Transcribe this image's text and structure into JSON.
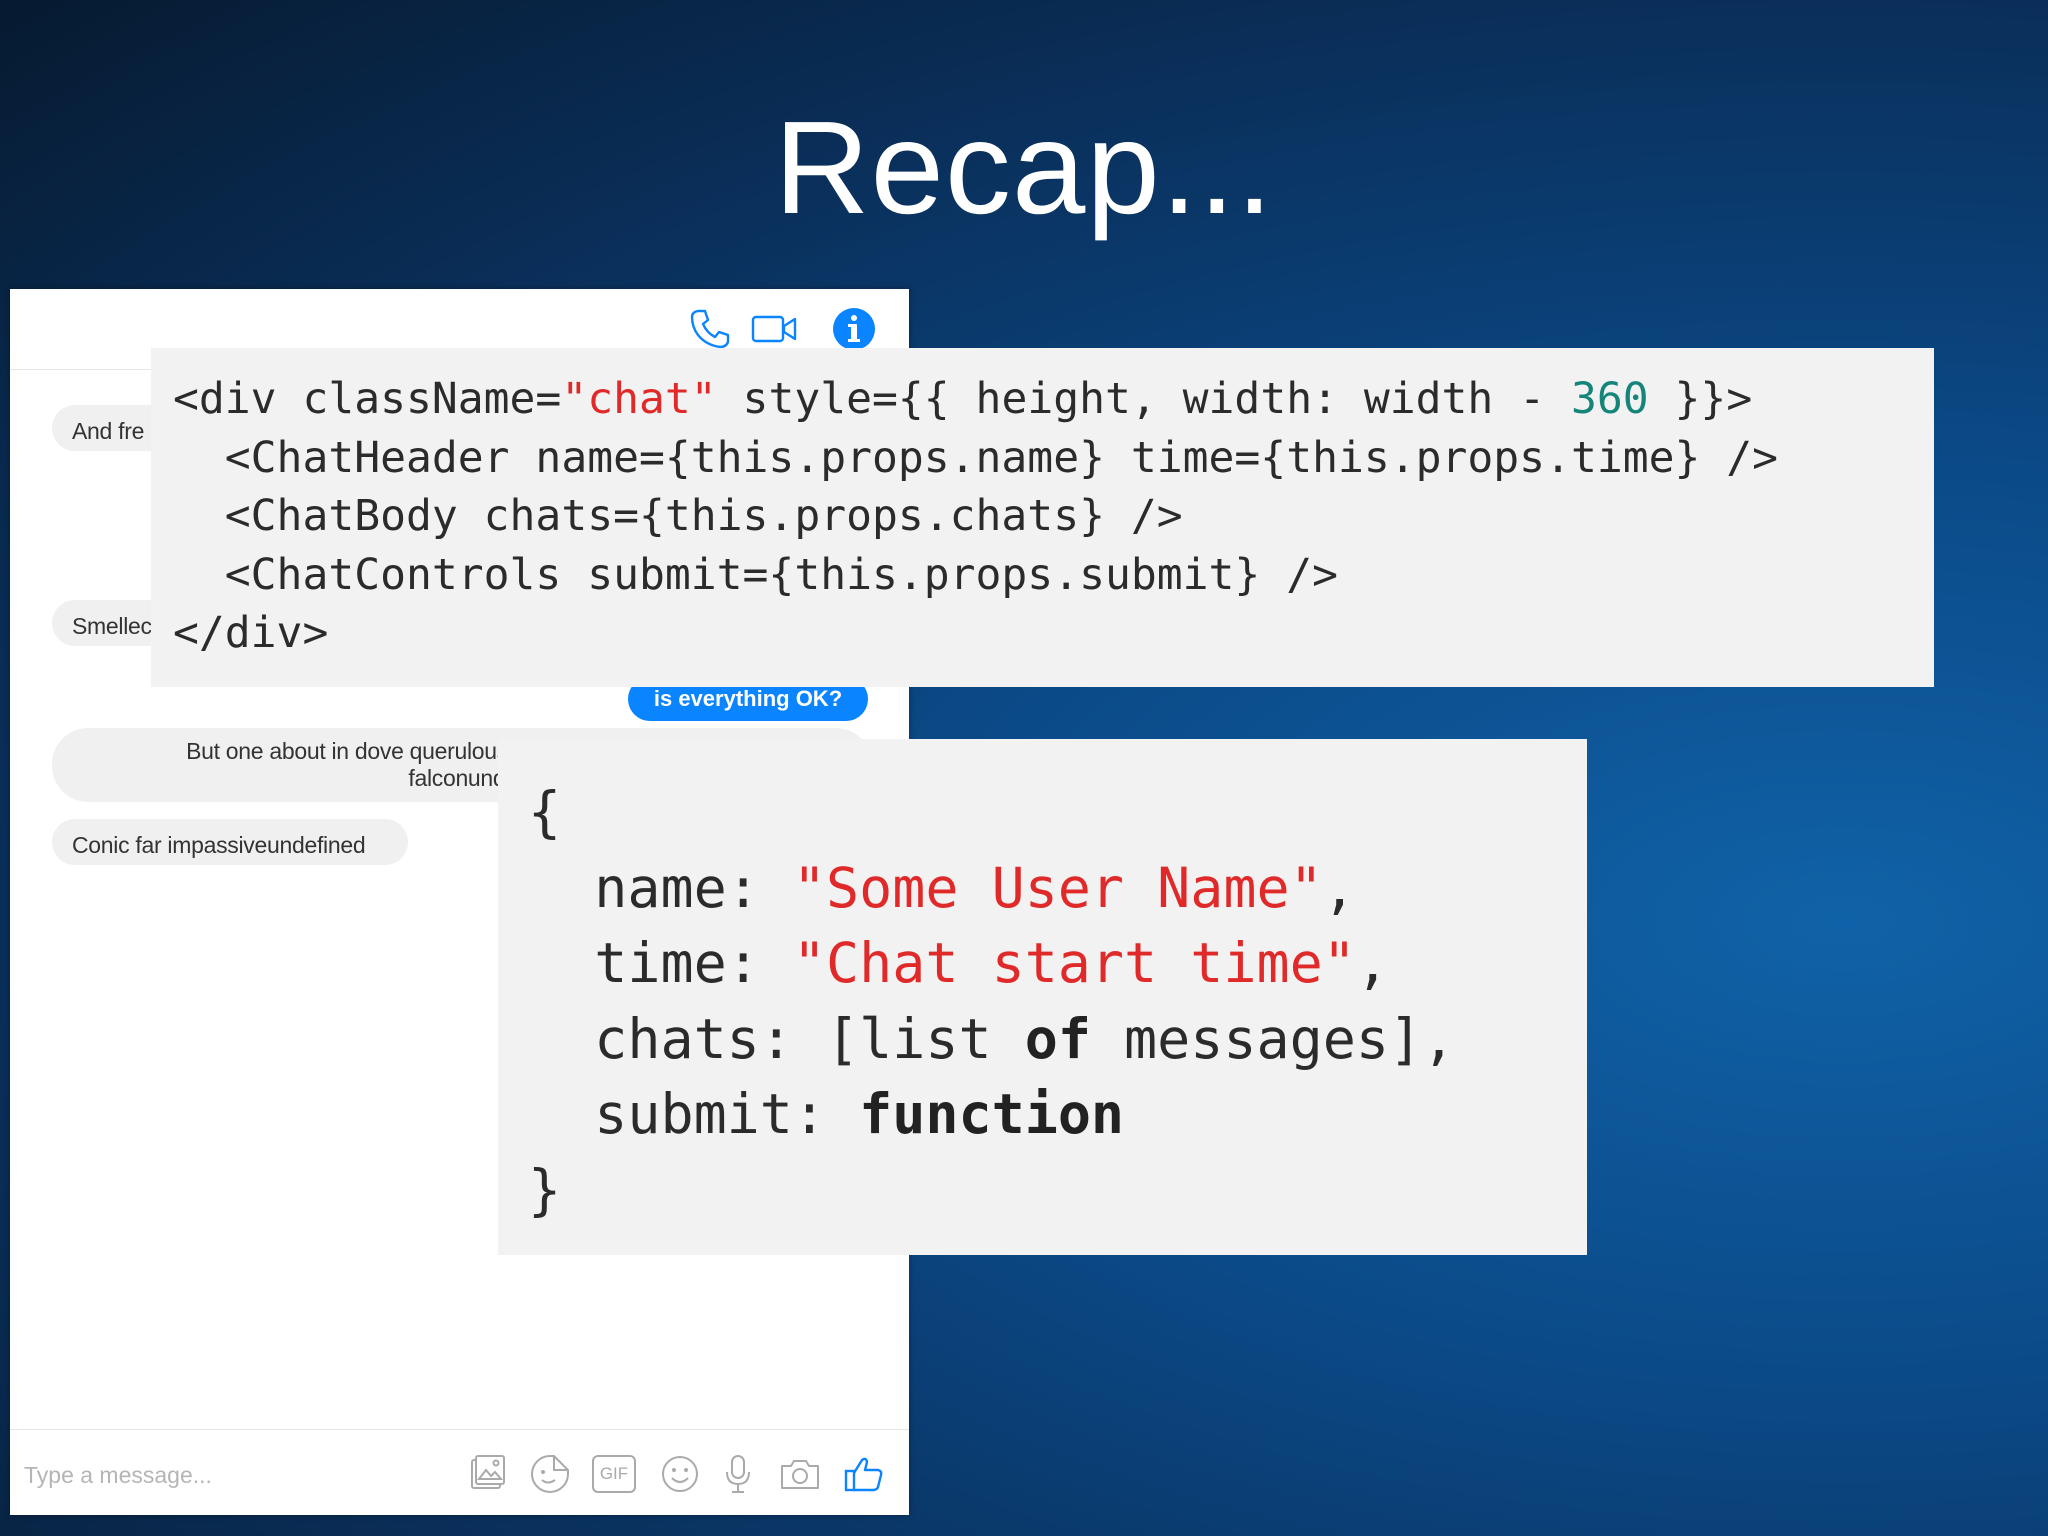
{
  "slide": {
    "title": "Recap..."
  },
  "chat": {
    "header": {
      "icons": [
        "phone-icon",
        "video-camera-icon",
        "info-icon"
      ],
      "accent_color": "#0b84ff"
    },
    "messages": {
      "m1": "And fre",
      "m2": "Smellec",
      "m3_line1": "But one about in dove querulously",
      "m3_line2": "falconundef",
      "m4": "Conic far impassiveundefined",
      "sent": "is everything OK?"
    },
    "composer": {
      "placeholder": "Type a message...",
      "gif_label": "GIF",
      "icons": [
        "image-icon",
        "sticker-icon",
        "gif-icon",
        "emoji-icon",
        "microphone-icon",
        "camera-icon",
        "thumbs-up-icon"
      ]
    }
  },
  "jsx_code": {
    "l1_a": "<div className=",
    "l1_str": "\"chat\"",
    "l1_b": " style={{ height, width: width - ",
    "l1_num": "360",
    "l1_c": " }}>",
    "l2": "  <ChatHeader name={this.props.name} time={this.props.time} />",
    "l3": "  <ChatBody chats={this.props.chats} />",
    "l4": "  <ChatControls submit={this.props.submit} />",
    "l5": "</div>"
  },
  "props_code": {
    "open": "{",
    "name_key": "  name: ",
    "name_val": "\"Some User Name\"",
    "name_comma": ",",
    "time_key": "  time: ",
    "time_val": "\"Chat start time\"",
    "time_comma": ",",
    "chats_a": "  chats: [list ",
    "chats_kw": "of",
    "chats_b": " messages],",
    "submit_key": "  submit: ",
    "submit_kw": "function",
    "close": "}"
  },
  "colors": {
    "string": "#e02a2a",
    "number": "#15857a",
    "messenger_blue": "#0b84ff"
  }
}
